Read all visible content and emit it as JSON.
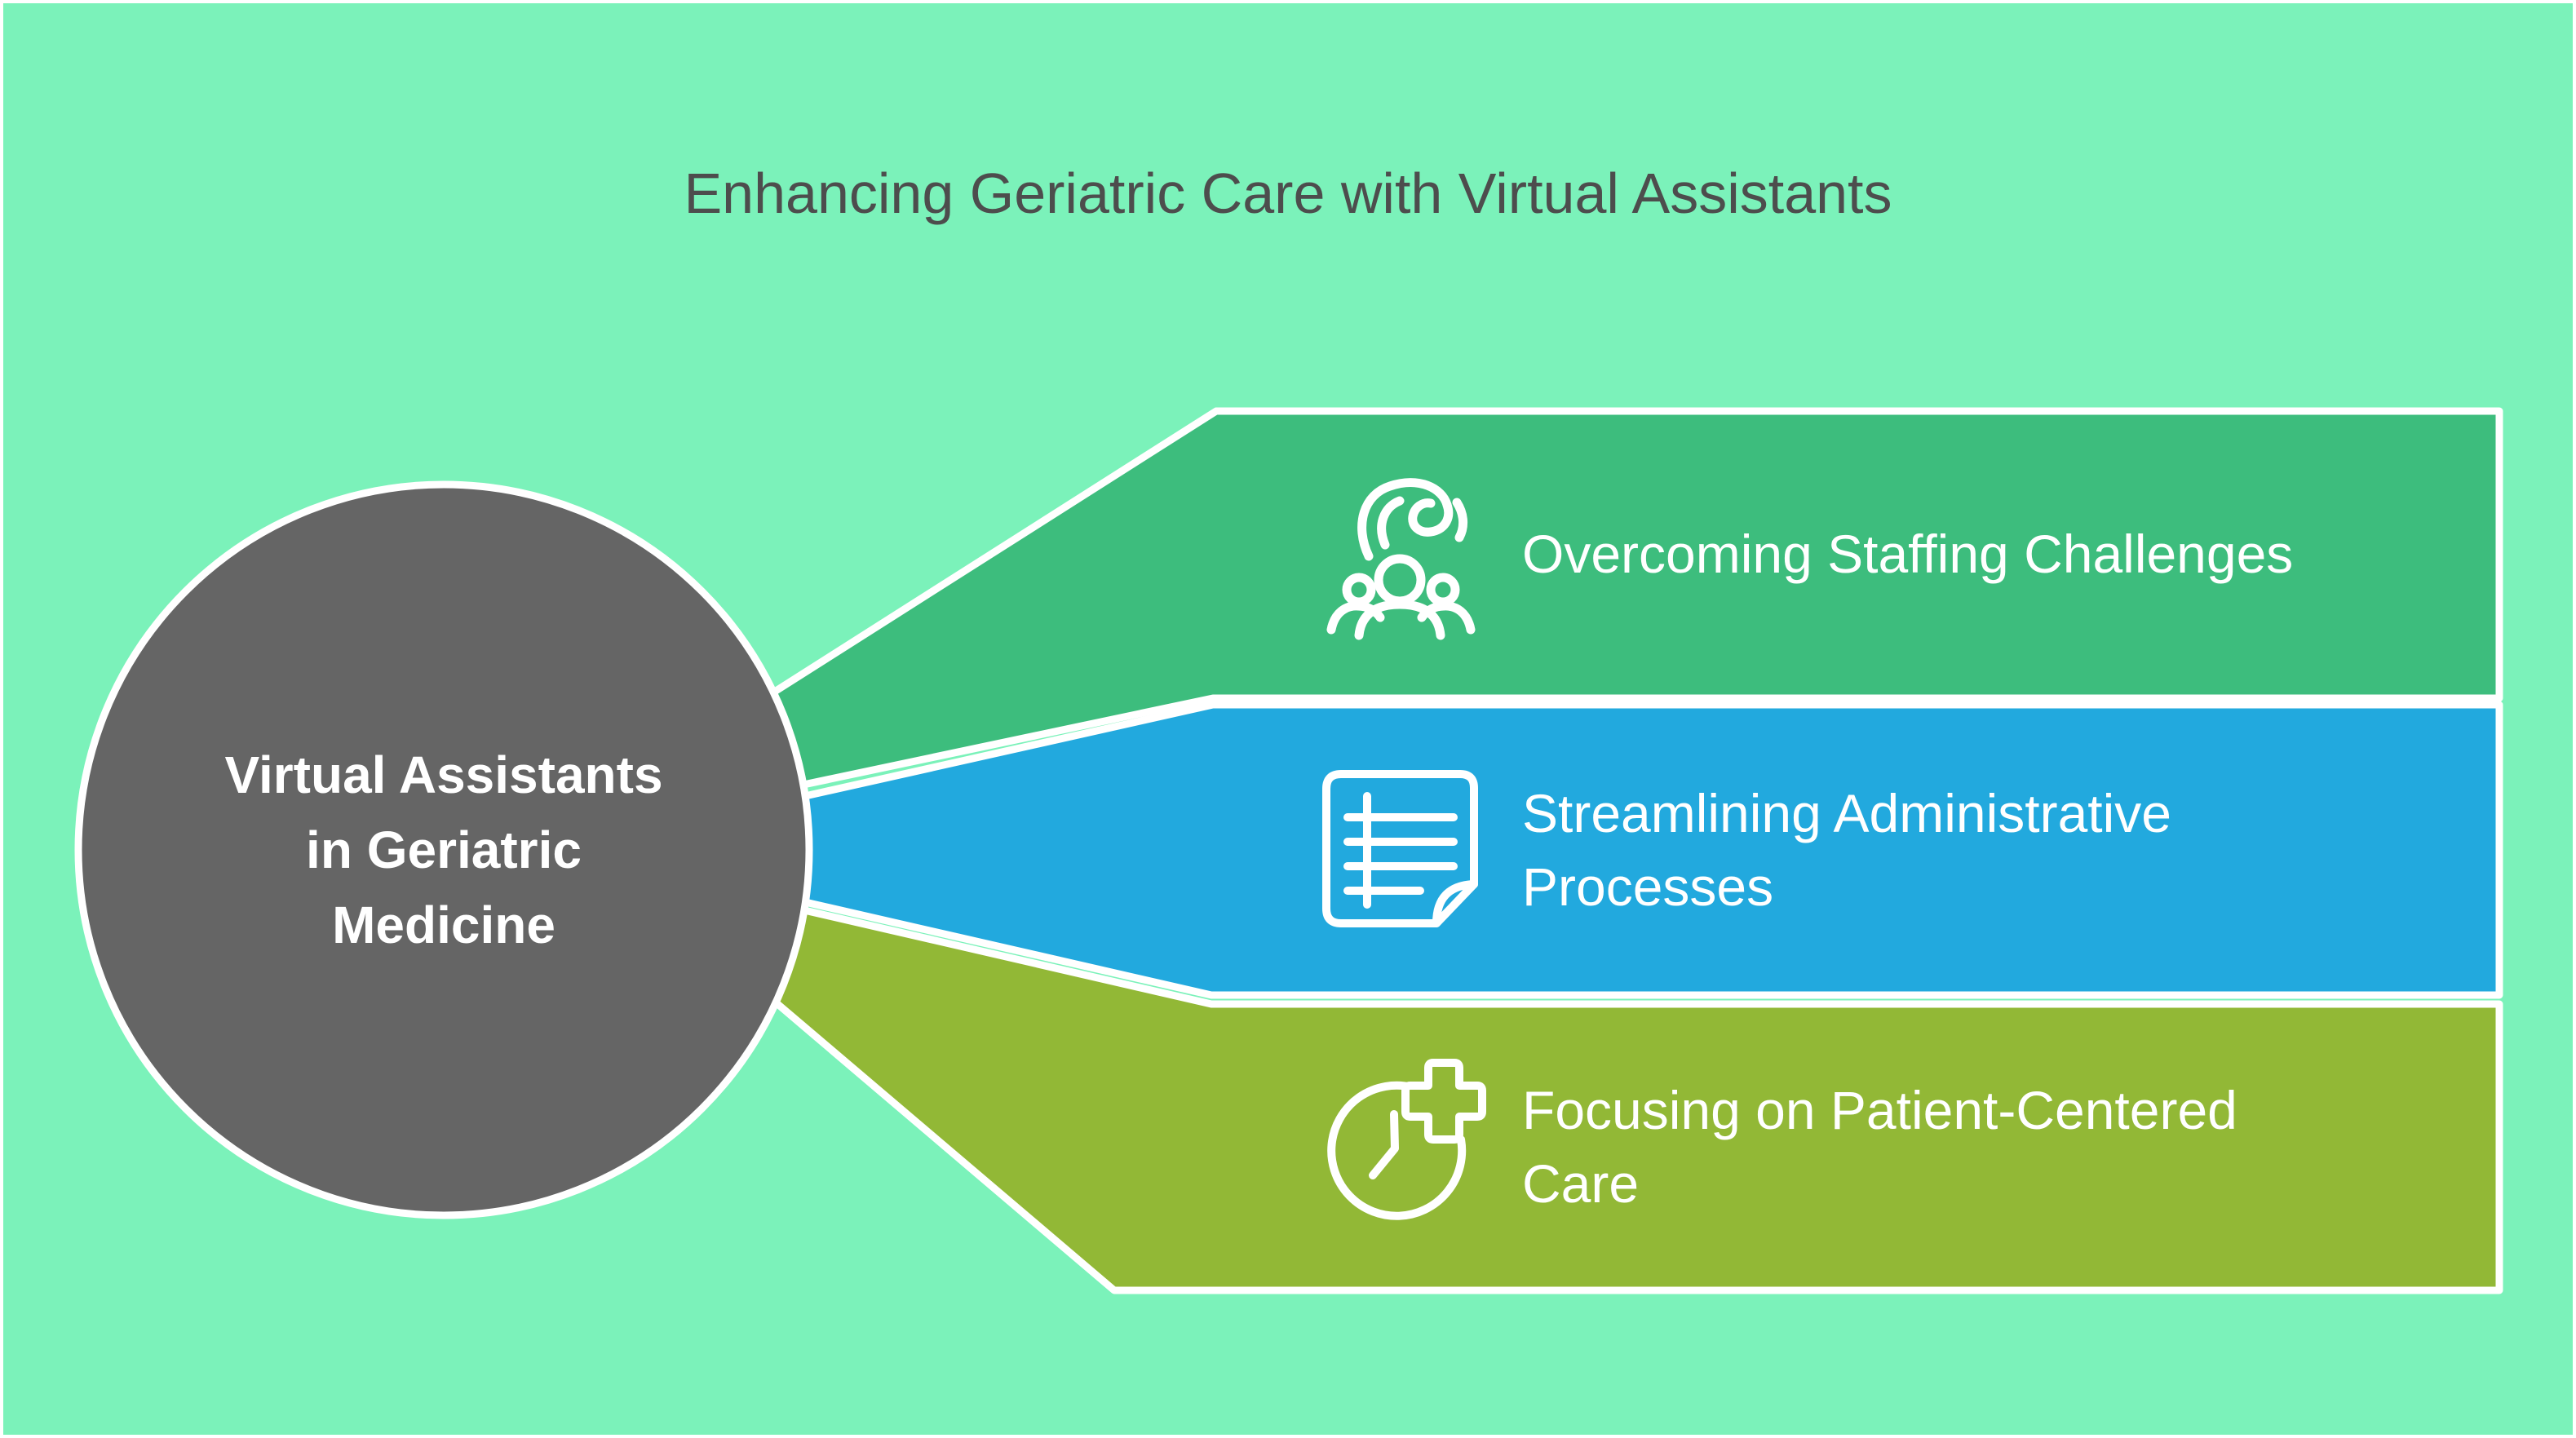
{
  "title": "Enhancing Geriatric Care with Virtual Assistants",
  "hub": {
    "lines": [
      "Virtual Assistants",
      "in Geriatric",
      "Medicine"
    ],
    "fill": "#656565"
  },
  "banners": [
    {
      "lines": [
        "Overcoming Staffing Challenges",
        ""
      ],
      "icon": "hand-over-people-icon",
      "color": "#3dbd7d"
    },
    {
      "lines": [
        "Streamlining Administrative",
        "Processes"
      ],
      "icon": "document-list-icon",
      "color": "#22a9de"
    },
    {
      "lines": [
        "Focusing on Patient-Centered",
        "Care"
      ],
      "icon": "clock-plus-icon",
      "color": "#92b836"
    }
  ],
  "colors": {
    "background": "#7bf2ba",
    "title_text": "#4d4d4d",
    "label_text": "#ffffff",
    "outline": "#ffffff",
    "hub_fill": "#656565"
  }
}
